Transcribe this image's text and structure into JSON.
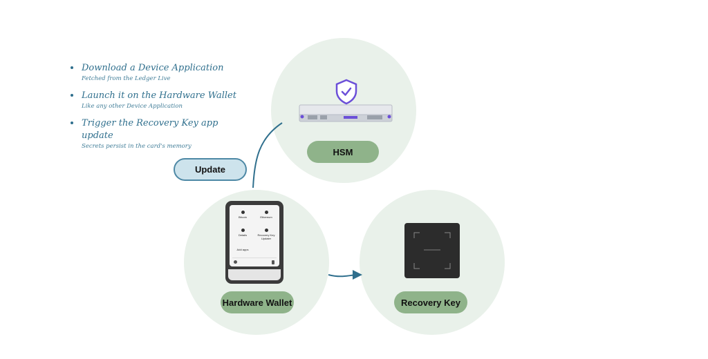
{
  "bullets": [
    {
      "title": "Download a Device Application",
      "subtitle": "Fetched from the Ledger Live"
    },
    {
      "title": "Launch it on the Hardware Wallet",
      "subtitle": "Like any other Device Application"
    },
    {
      "title": "Trigger the Recovery Key app update",
      "subtitle": "Secrets persist in the card's memory"
    }
  ],
  "update_label": "Update",
  "nodes": {
    "hsm": {
      "label": "HSM"
    },
    "hardware_wallet": {
      "label": "Hardware Wallet"
    },
    "recovery_key": {
      "label": "Recovery Key"
    }
  },
  "device_screen": {
    "apps": [
      "Bitcoin",
      "Ethereum",
      "Details",
      "Recovery Key Updater"
    ],
    "footer": "Add apps"
  },
  "colors": {
    "circle_bg": "#e9f1ea",
    "pill_green": "#8fb38a",
    "accent_blue": "#2f6f8d",
    "shield_purple": "#6b4fd8"
  },
  "icons": {
    "hsm": "server-icon",
    "shield": "shield-check-icon",
    "arrow": "arrow-right-icon"
  }
}
